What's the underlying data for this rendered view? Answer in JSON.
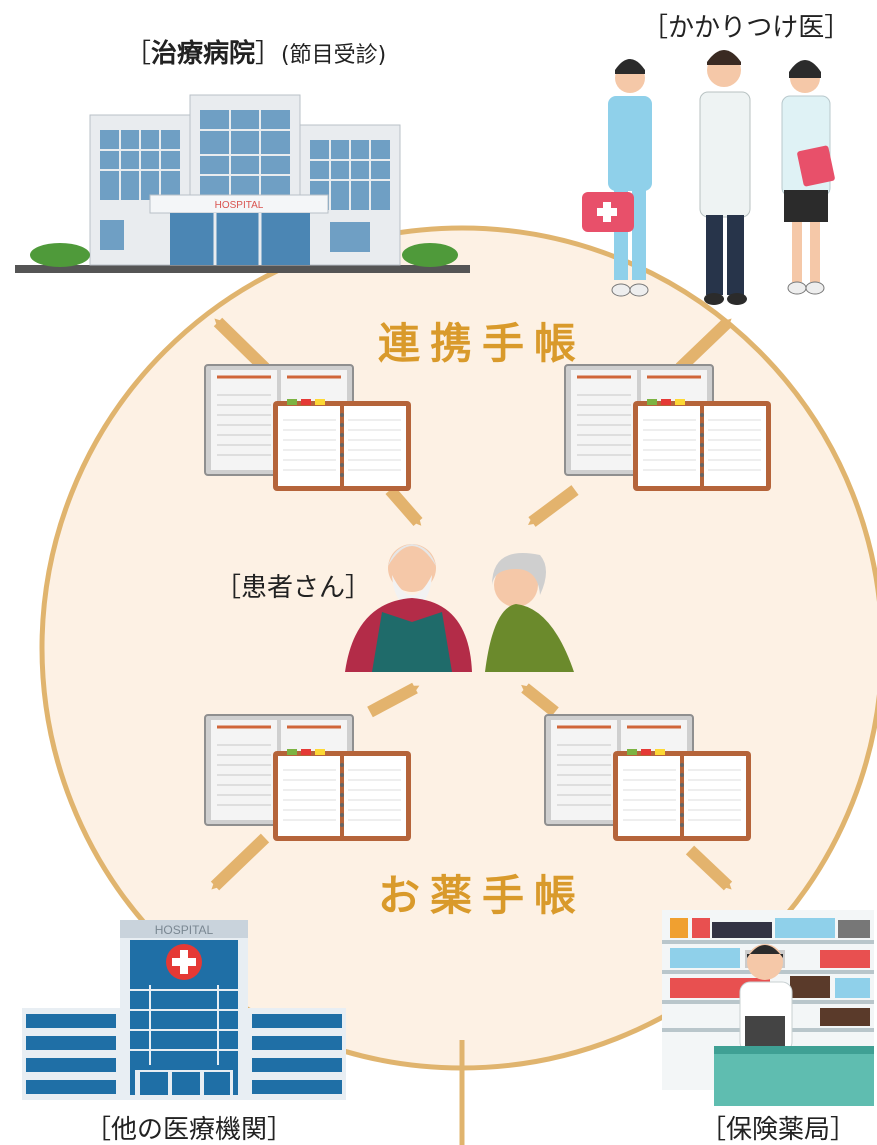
{
  "labels": {
    "main_hospital_bracket_open": "［",
    "main_hospital_name": "治療病院",
    "main_hospital_bracket_close": "］",
    "main_hospital_note": "(節目受診)",
    "family_doctor": "［かかりつけ医］",
    "patients": "［患者さん］",
    "other_institutions": "［他の医療機関］",
    "pharmacy": "［保険薬局］",
    "cooperation_notebook": "連携手帳",
    "medication_notebook": "お薬手帳"
  },
  "signs": {
    "main_hospital_sign": "HOSPITAL",
    "other_hospital_sign": "HOSPITAL"
  },
  "colors": {
    "circle_fill": "#fdf1e4",
    "circle_stroke": "#e0b46e",
    "arrow": "#e3b36d",
    "notebook_title": "#d99a2b",
    "notebook_cover": "#b5643a",
    "hospital_blue": "#1f6fa6",
    "cross_red": "#e53935"
  }
}
